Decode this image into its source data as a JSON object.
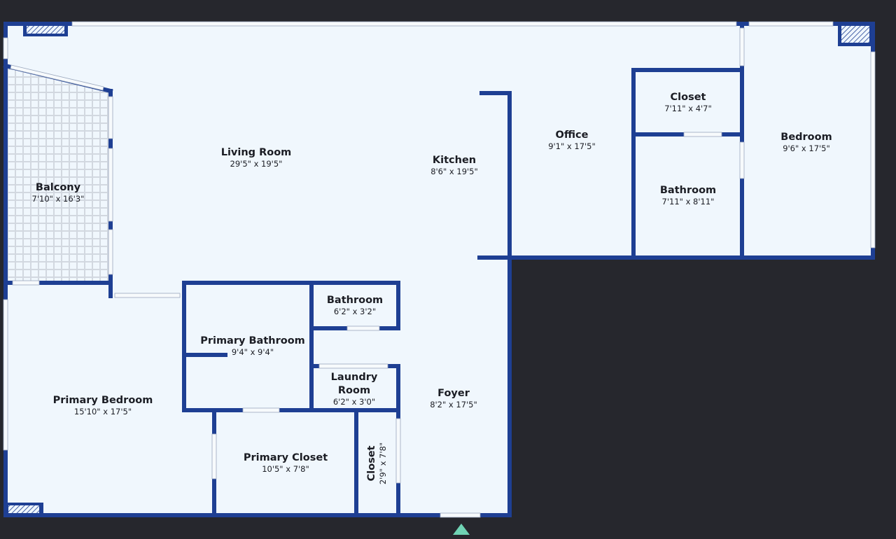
{
  "colors": {
    "background": "#26272d",
    "floor": "#f0f7fd",
    "wall": "#1e3f93",
    "opening": "#f7fafc",
    "balcony_tile": "#d7dce3",
    "entry_marker": "#6fd3b4",
    "text": "#1b1d24"
  },
  "rooms": [
    {
      "id": "living-room",
      "name": "Living Room",
      "dims": "29'5\" x 19'5\""
    },
    {
      "id": "kitchen",
      "name": "Kitchen",
      "dims": "8'6\" x 19'5\""
    },
    {
      "id": "office",
      "name": "Office",
      "dims": "9'1\" x 17'5\""
    },
    {
      "id": "closet-upper",
      "name": "Closet",
      "dims": "7'11\" x 4'7\""
    },
    {
      "id": "bathroom-upper",
      "name": "Bathroom",
      "dims": "7'11\" x 8'11\""
    },
    {
      "id": "bedroom",
      "name": "Bedroom",
      "dims": "9'6\" x 17'5\""
    },
    {
      "id": "balcony",
      "name": "Balcony",
      "dims": "7'10\" x 16'3\""
    },
    {
      "id": "bathroom-small",
      "name": "Bathroom",
      "dims": "6'2\" x 3'2\""
    },
    {
      "id": "primary-bathroom",
      "name": "Primary Bathroom",
      "dims": "9'4\" x 9'4\""
    },
    {
      "id": "laundry-room",
      "name_line1": "Laundry",
      "name_line2": "Room",
      "dims": "6'2\" x 3'0\""
    },
    {
      "id": "foyer",
      "name": "Foyer",
      "dims": "8'2\" x 17'5\""
    },
    {
      "id": "primary-bedroom",
      "name": "Primary Bedroom",
      "dims": "15'10\" x 17'5\""
    },
    {
      "id": "primary-closet",
      "name": "Primary Closet",
      "dims": "10'5\" x 7'8\""
    },
    {
      "id": "closet-small",
      "name": "Closet",
      "dims": "2'9\" x 7'8\""
    }
  ],
  "entry_icon": "entrance-arrow-icon"
}
